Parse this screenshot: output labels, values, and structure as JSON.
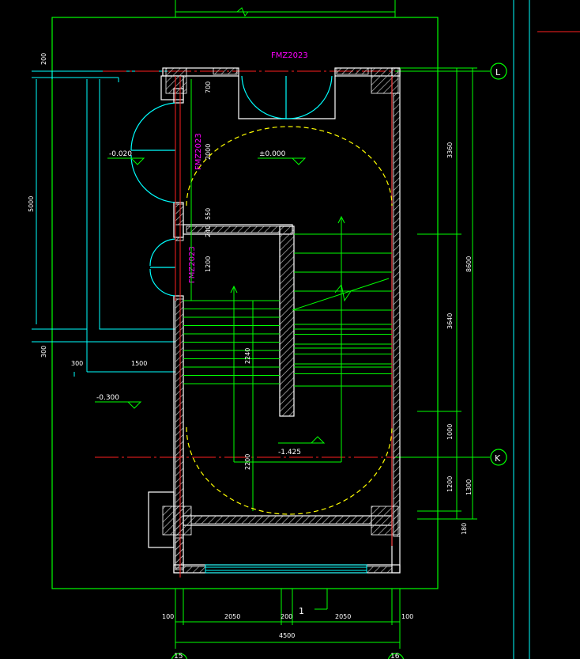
{
  "doors": {
    "top": "FMZ2023",
    "left_upper": "FMZ2023",
    "left_lower": "FMZ2023"
  },
  "levels": {
    "floor": "±0.000",
    "left_a": "-0.020",
    "left_b": "-0.300",
    "landing": "-1.425"
  },
  "dims": {
    "bottom": [
      "100",
      "2050",
      "200",
      "2050",
      "100"
    ],
    "bottom_total": "4500",
    "left_200": "200",
    "left_5000": "5000",
    "left_300": "300",
    "left_300_h": "300",
    "left_1500": "1500",
    "inner_700": "700",
    "inner_2000": "2000",
    "inner_550": "550",
    "inner_240": "240",
    "inner_1200": "1200",
    "stair_2240": "2240",
    "stair_2200": "2200",
    "right_3360": "3360",
    "right_3640": "3640",
    "right_1000": "1000",
    "right_1200": "1200",
    "right_1300": "1300",
    "right_8600": "8600",
    "right_180": "180",
    "section_mark": "1"
  },
  "axes": {
    "L": "L",
    "K": "K",
    "left_bottom": "15",
    "right_bottom": "16"
  },
  "colors": {
    "outline": "#00ff00",
    "wall": "#ffffff",
    "hatch": "#c0c0c0",
    "red_line": "#ff2020",
    "cyan_line": "#00ffff",
    "door_text": "#ff00ff",
    "yellow_dash": "#ffff00"
  }
}
